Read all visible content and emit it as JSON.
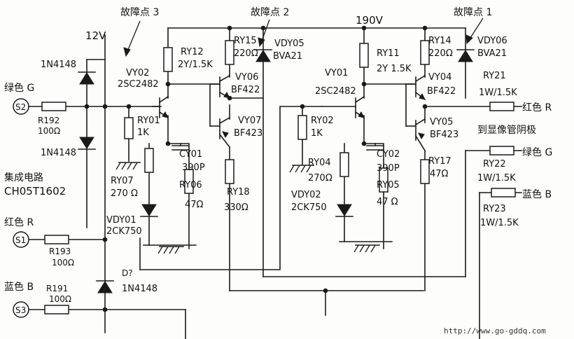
{
  "fault_points": {
    "p1": "故障点 1",
    "p2": "故障点 2",
    "p3": "故障点 3"
  },
  "rails": {
    "v12": "12V",
    "v190": "190V"
  },
  "ic": {
    "name": "集成电路",
    "model": "CH05T1602"
  },
  "ports": {
    "s1": {
      "id": "S1",
      "color": "红色 R"
    },
    "s2": {
      "id": "S2",
      "color": "绿色 G"
    },
    "s3": {
      "id": "S3",
      "color": "蓝色 B"
    }
  },
  "outputs": {
    "heading": "到显像管阴极",
    "r": "红色 R",
    "g": "绿色 G",
    "b": "蓝色 B"
  },
  "components": {
    "d_top": "1N4148",
    "d_mid": "1N4148",
    "d_bot_name": "D?",
    "d_bot": "1N4148",
    "r192": "R192",
    "r192_v": "100Ω",
    "r193": "R193",
    "r193_v": "100Ω",
    "r191": "R191",
    "r191_v": "100Ω",
    "vy02": "VY02",
    "vy02_t": "2SC2482",
    "ry12": "RY12",
    "ry12_v": "2Y/1.5K",
    "ry15": "RY15",
    "ry15_v": "220Ω",
    "vdy05": "VDY05",
    "vdy05_v": "BVA21",
    "vy06": "VY06",
    "vy06_t": "BF422",
    "vy07": "VY07",
    "vy07_t": "BF423",
    "ry01": "RY01",
    "ry01_v": "1K",
    "cy01": "CY01",
    "cy01_v": "390P",
    "ry07": "RY07",
    "ry07_v": "270 Ω",
    "ry06": "RY06",
    "ry06_v": "47Ω",
    "ry18": "RY18",
    "ry18_v": "330Ω",
    "vdy01": "VDY01",
    "vdy01_v": "2CK750",
    "vy01": "VY01",
    "vy01_t": "2SC2482",
    "ry11": "RY11",
    "ry11_v": "2Y 1.5K",
    "ry14": "RY14",
    "ry14_v": "220Ω",
    "vdy06": "VDY06",
    "vdy06_v": "BVA21",
    "vy04": "VY04",
    "vy04_t": "BF422",
    "vy05": "VY05",
    "vy05_t": "BF423",
    "ry02": "RY02",
    "ry02_v": "1K",
    "cy02": "CY02",
    "cy02_v": "390P",
    "ry04": "RY04",
    "ry04_v": "270Ω",
    "ry05": "RY05",
    "ry05_v": "47 Ω",
    "vdy02": "VDY02",
    "vdy02_v": "2CK750",
    "ry17": "RY17",
    "ry17_v": "47Ω",
    "ry21": "RY21",
    "ry21_v": "1W/1.5K",
    "ry22": "RY22",
    "ry22_v": "1W/1.5K",
    "ry23": "RY23",
    "ry23_v": "1W/1.5K"
  },
  "watermark": "http://www.go-gddq.com"
}
